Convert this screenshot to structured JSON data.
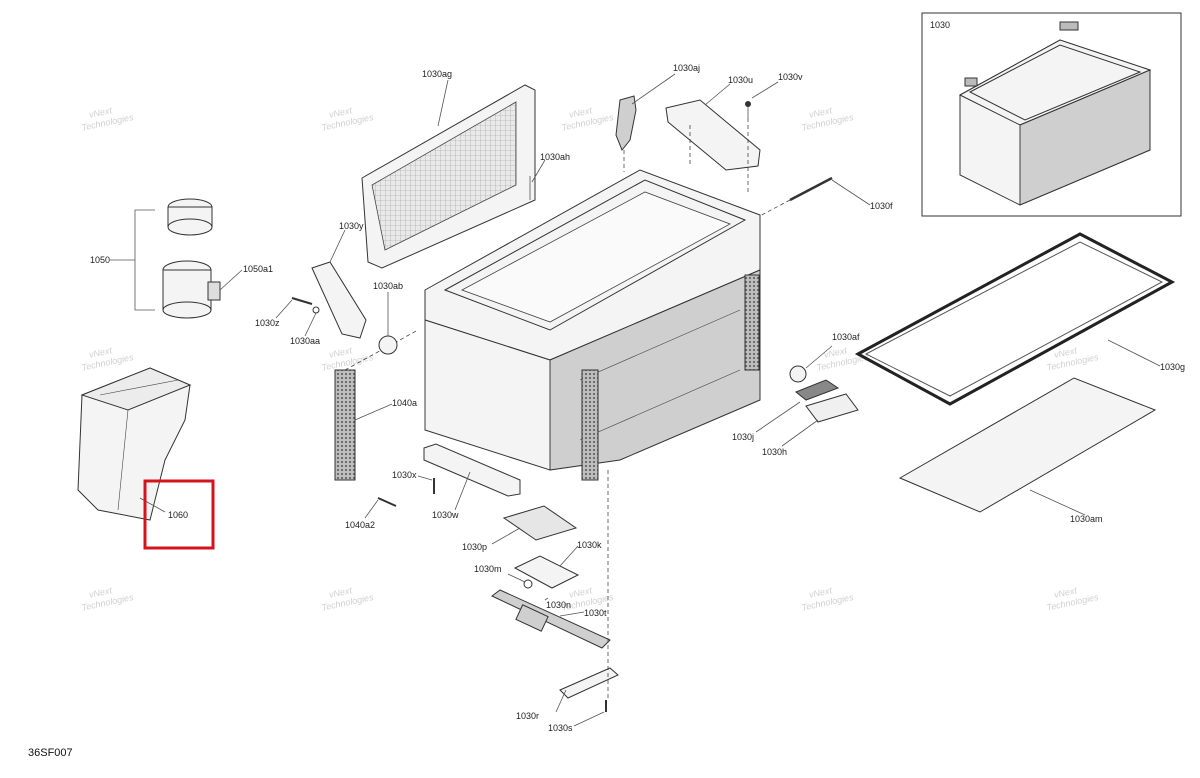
{
  "diagram_code": "36SF007",
  "watermark": [
    "vNext",
    "Technologies"
  ],
  "inset": {
    "label": "1030"
  },
  "callouts": {
    "c1030ag": "1030ag",
    "c1030aj": "1030aj",
    "c1030u": "1030u",
    "c1030v": "1030v",
    "c1030ah": "1030ah",
    "c1030f": "1030f",
    "c1050": "1050",
    "c1050a1": "1050a1",
    "c1030y": "1030y",
    "c1030ab": "1030ab",
    "c1030z": "1030z",
    "c1030aa": "1030aa",
    "c1040a": "1040a",
    "c1030x": "1030x",
    "c1030w": "1030w",
    "c1040a2": "1040a2",
    "c1060": "1060",
    "c1030af": "1030af",
    "c1030g": "1030g",
    "c1030j": "1030j",
    "c1030h": "1030h",
    "c1030am": "1030am",
    "c1030p": "1030p",
    "c1030k": "1030k",
    "c1030m": "1030m",
    "c1030n": "1030n",
    "c1030t": "1030t",
    "c1030r": "1030r",
    "c1030s": "1030s"
  },
  "highlight_callout": "1060",
  "colors": {
    "highlight": "#d4141c",
    "line": "#333333",
    "watermark": "#d0d0d0"
  }
}
